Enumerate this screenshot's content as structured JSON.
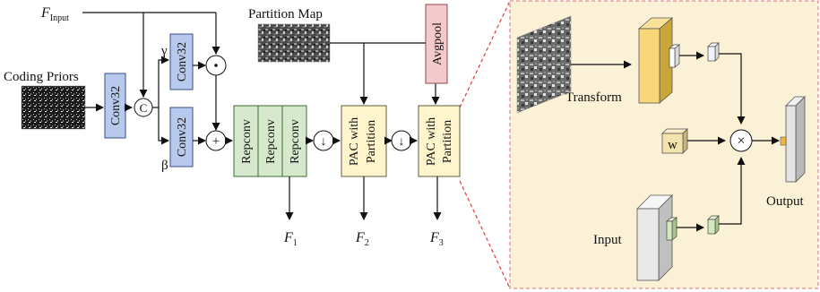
{
  "labels": {
    "f_input_main": "F",
    "f_input_sub": "Input",
    "coding_priors": "Coding Priors",
    "partition_map": "Partition Map",
    "gamma": "γ",
    "beta": "β",
    "concat": "C",
    "dot": "⊙",
    "plus": "+",
    "down": "↓",
    "f1_main": "F",
    "f1_sub": "1",
    "f2_main": "F",
    "f2_sub": "2",
    "f3_main": "F",
    "f3_sub": "3",
    "transform": "Transform",
    "input": "Input",
    "output": "Output",
    "w": "w",
    "times": "×"
  },
  "blocks": {
    "conv_prior": "Conv32",
    "conv_gamma": "Conv32",
    "conv_beta": "Conv32",
    "repconv": [
      "Repconv",
      "Repconv",
      "Repconv"
    ],
    "pac1_line1": "PAC with",
    "pac1_line2": "Partition",
    "pac2_line1": "PAC with",
    "pac2_line2": "Partition",
    "avgpool": "Avgpool"
  },
  "colors": {
    "conv_fill": "#b7c9ec",
    "conv_stroke": "#3a4e86",
    "rep_fill": "#d6e9cd",
    "rep_stroke": "#3d6a31",
    "pac_fill": "#fff5cc",
    "pac_stroke": "#5e5a3c",
    "avg_fill": "#f3c9cc",
    "avg_stroke": "#8a4b4f",
    "panel_bg": "#fbf1d7",
    "panel_border": "#e56b6b",
    "zoom_line": "#e23a3a"
  }
}
